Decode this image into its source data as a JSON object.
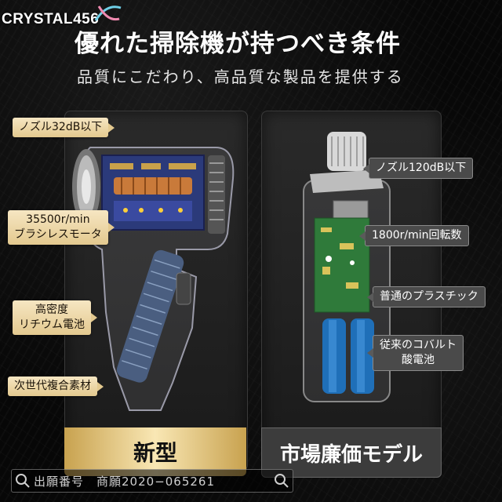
{
  "watermark": "CRYSTAL456",
  "headline": "優れた掃除機が持つべき条件",
  "subheadline": "品質にこだわり、高品質な製品を提供する",
  "new_model": {
    "features": [
      "ノズル32dB以下",
      "35500r/min",
      "ブラシレスモータ",
      "高密度",
      "リチウム電池",
      "次世代複合素材"
    ],
    "label": "新型"
  },
  "market_model": {
    "features": [
      "ノズル120dB以下",
      "1800r/min回転数",
      "普通のプラスチック",
      "従来のコバルト",
      "酸電池"
    ],
    "label": "市場廉価モデル"
  },
  "patent": {
    "prefix": "出願番号　商願",
    "number": "2020−065261"
  },
  "colors": {
    "gold_label": "#e3c98f",
    "dark_label": "#4a4a4a",
    "battery_blue": "#1f6fb8",
    "pcb_green": "#2f7a3a"
  }
}
